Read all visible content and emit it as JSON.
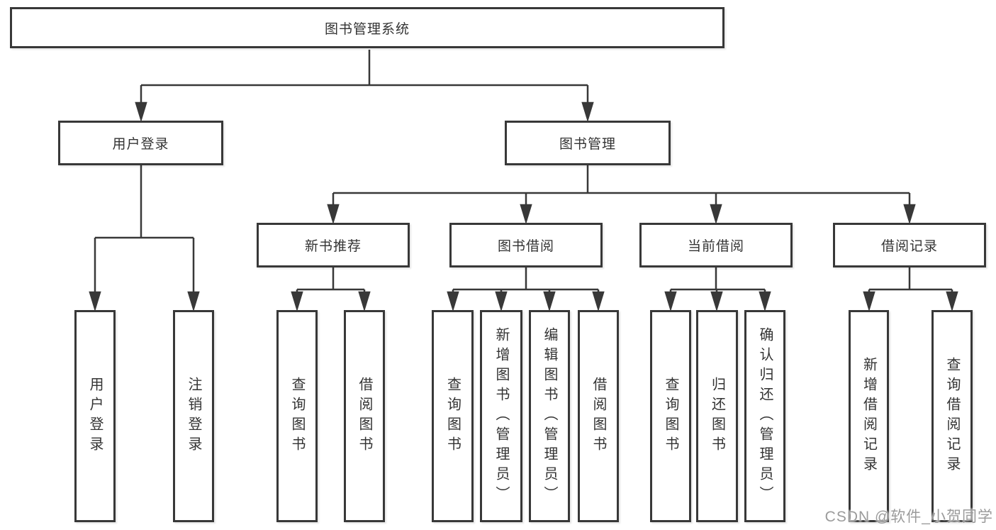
{
  "diagram": {
    "colors": {
      "line": "#383838",
      "text": "#333333",
      "background": "#ffffff",
      "watermark": "#9b9b9b"
    },
    "tree": {
      "root": {
        "label": "图书管理系统"
      },
      "branches": [
        {
          "label": "用户登录",
          "children": [
            {
              "label": "用户登录"
            },
            {
              "label": "注销登录"
            }
          ]
        },
        {
          "label": "图书管理",
          "children": [
            {
              "label": "新书推荐",
              "children": [
                {
                  "label": "查询图书"
                },
                {
                  "label": "借阅图书"
                }
              ]
            },
            {
              "label": "图书借阅",
              "children": [
                {
                  "label": "查询图书"
                },
                {
                  "label": "新增图书（管理员）"
                },
                {
                  "label": "编辑图书（管理员）"
                },
                {
                  "label": "借阅图书"
                }
              ]
            },
            {
              "label": "当前借阅",
              "children": [
                {
                  "label": "查询图书"
                },
                {
                  "label": "归还图书"
                },
                {
                  "label": "确认归还（管理员）"
                }
              ]
            },
            {
              "label": "借阅记录",
              "children": [
                {
                  "label": "新增借阅记录"
                },
                {
                  "label": "查询借阅记录"
                }
              ]
            }
          ]
        }
      ]
    },
    "watermark": "CSDN @软件_小贺同学"
  }
}
